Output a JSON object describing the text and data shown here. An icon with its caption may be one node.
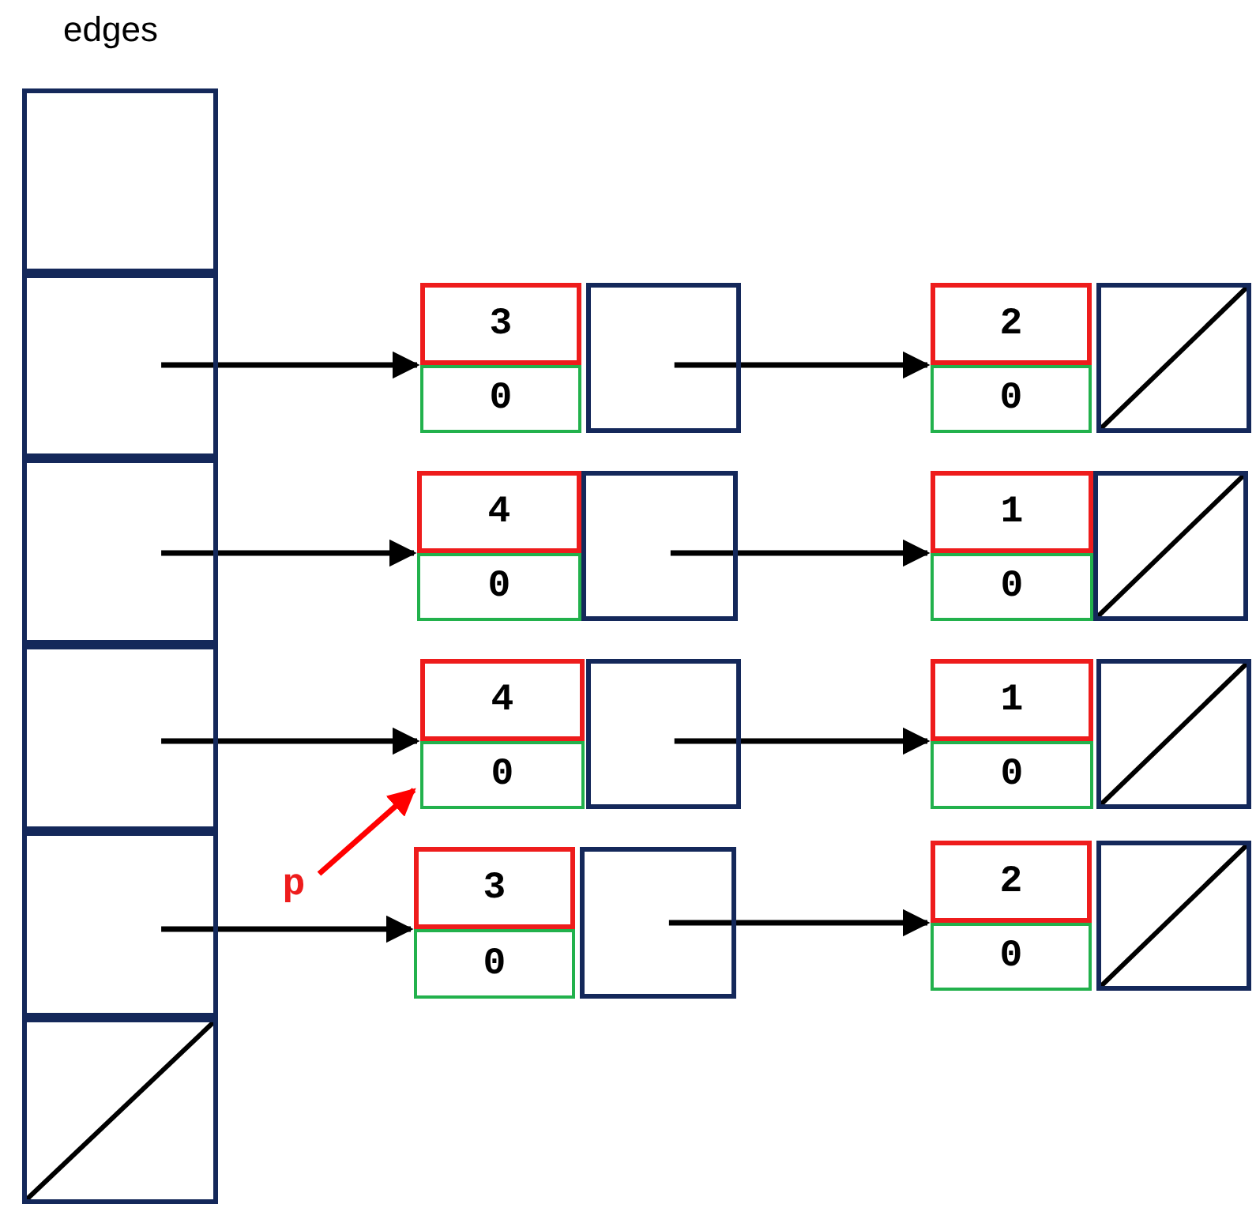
{
  "diagram": {
    "nodes": [
      {
        "text": [
          "edges"
        ]
      },
      {
        "text": [],
        "shape": "box",
        "in": 0
      },
      {
        "text": [],
        "shape": "box",
        "in": 0
      },
      {
        "text": [],
        "shape": "box",
        "in": 0
      },
      {
        "text": [],
        "shape": "box",
        "in": 0
      },
      {
        "text": [],
        "shape": "box",
        "in": 0
      },
      {
        "text": [],
        "shape": "box",
        "in": 0
      },
      {
        "text": [
          "3"
        ]
      },
      {
        "text": [
          "0"
        ]
      },
      {
        "text": [],
        "shape": "box"
      },
      {
        "text": [
          "2"
        ]
      },
      {
        "text": [
          "0"
        ]
      },
      {
        "text": [],
        "shape": "box"
      },
      {
        "text": [
          "4"
        ]
      },
      {
        "text": [
          "0"
        ]
      },
      {
        "text": [],
        "shape": "box"
      },
      {
        "text": [
          "1"
        ]
      },
      {
        "text": [
          "0"
        ]
      },
      {
        "text": [],
        "shape": "box"
      },
      {
        "text": [
          "4"
        ]
      },
      {
        "text": [
          "0"
        ]
      },
      {
        "text": [],
        "shape": "box"
      },
      {
        "text": [
          "1"
        ]
      },
      {
        "text": [
          "0"
        ]
      },
      {
        "text": [],
        "shape": "box"
      },
      {
        "text": [
          "p"
        ]
      },
      {
        "text": [
          "3"
        ]
      },
      {
        "text": [
          "0"
        ]
      },
      {
        "text": [],
        "shape": "box"
      },
      {
        "text": [
          "2"
        ]
      },
      {
        "text": [
          "0"
        ]
      },
      {
        "text": [],
        "shape": "box"
      }
    ],
    "edges": [
      {
        "from": 2,
        "to": 7,
        "arrow": "to"
      },
      {
        "from": 9,
        "to": 10,
        "arrow": "to"
      },
      {
        "from": 3,
        "to": 13,
        "arrow": "to"
      },
      {
        "from": 15,
        "to": 16,
        "arrow": "to"
      },
      {
        "from": 4,
        "to": 19,
        "arrow": "to"
      },
      {
        "from": 21,
        "to": 22,
        "arrow": "to"
      },
      {
        "from": 25,
        "to": 20,
        "arrow": "to",
        "color": "#ff0000"
      },
      {
        "from": 5,
        "to": 26,
        "arrow": "to"
      },
      {
        "from": 28,
        "to": 29,
        "arrow": "to"
      }
    ]
  }
}
